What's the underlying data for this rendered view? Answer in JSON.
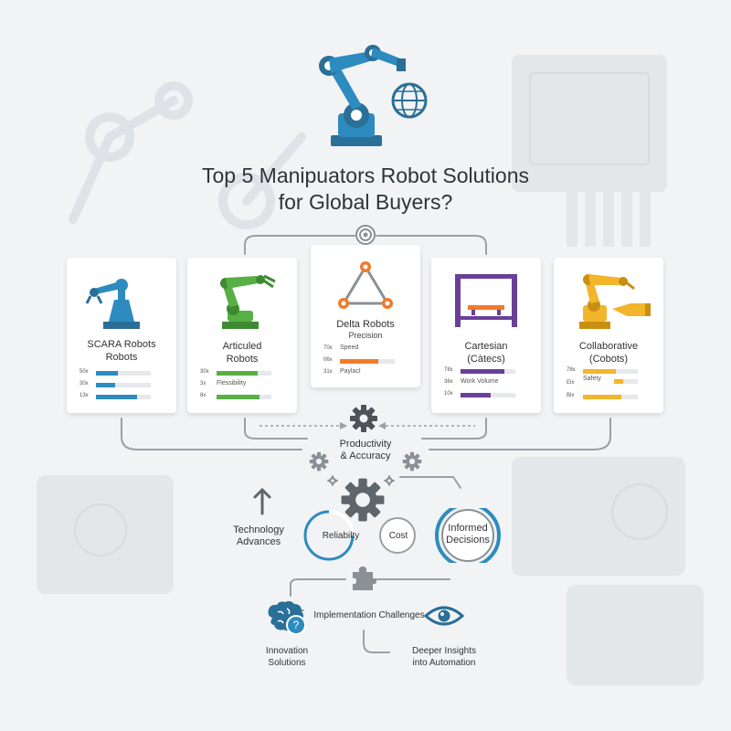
{
  "title": {
    "line1": "Top 5 Manipuators Robot Solutions",
    "line2": "for Global Buyers?"
  },
  "cards": [
    {
      "id": "scara",
      "title_line1": "SCARA Robots",
      "title_line2": "Robots",
      "accent": "#2e8bc0",
      "metrics": [
        {
          "value": "50x",
          "label": "",
          "level": 0.4
        },
        {
          "value": "30x",
          "label": "",
          "level": 0.35
        },
        {
          "value": "13x",
          "label": "",
          "level": 0.75
        }
      ]
    },
    {
      "id": "articulated",
      "title_line1": "Articuled",
      "title_line2": "Robots",
      "accent": "#58b045",
      "metrics": [
        {
          "value": "30x",
          "label": "",
          "level": 0.75
        },
        {
          "value": "3x",
          "label": "Flessibility",
          "level": 0.0
        },
        {
          "value": "8x",
          "label": "",
          "level": 0.78
        }
      ]
    },
    {
      "id": "delta",
      "title_line1": "Delta Robots",
      "title_line2": "Precision",
      "accent": "#f07b2a",
      "metrics": [
        {
          "value": "70x",
          "label": "Speed",
          "level": 0.0
        },
        {
          "value": "06x",
          "label": "",
          "level": 0.7
        },
        {
          "value": "31x",
          "label": "Paylacl",
          "level": 0.0
        }
      ]
    },
    {
      "id": "cartesian",
      "title_line1": "Cartesian",
      "title_line2": "(Càtecs)",
      "accent": "#6b3f98",
      "metrics": [
        {
          "value": "78x",
          "label": "",
          "level": 0.8
        },
        {
          "value": "36x",
          "label": "Work Volume",
          "level": 0.0
        },
        {
          "value": "10x",
          "label": "",
          "level": 0.55
        }
      ]
    },
    {
      "id": "collaborative",
      "title_line1": "Collaborative",
      "title_line2": "(Cobots)",
      "accent": "#f2b52b",
      "metrics": [
        {
          "value": "78x",
          "label": "",
          "level": 0.6
        },
        {
          "value": "Elx",
          "label": "Safety",
          "level": 0.4
        },
        {
          "value": "Blx",
          "label": "",
          "level": 0.7
        }
      ]
    }
  ],
  "flow": {
    "productivity_line1": "Productivity",
    "productivity_line2": "& Accuracy",
    "technology_line1": "Technology",
    "technology_line2": "Advances",
    "reliability": "Reliabilty",
    "cost": "Cost",
    "informed_line1": "Informed",
    "informed_line2": "Decisions",
    "implementation": "Implementation Challenges",
    "innovation_line1": "Innovation",
    "innovation_line2": "Solutions",
    "insights_line1": "Deeper Insights",
    "insights_line2": "into Automation"
  },
  "colors": {
    "blue": "#2e8bc0",
    "dark_blue": "#2a6f97",
    "green": "#58b045",
    "orange": "#f07b2a",
    "purple": "#6b3f98",
    "yellow": "#f2b52b",
    "gray": "#8a9096"
  }
}
